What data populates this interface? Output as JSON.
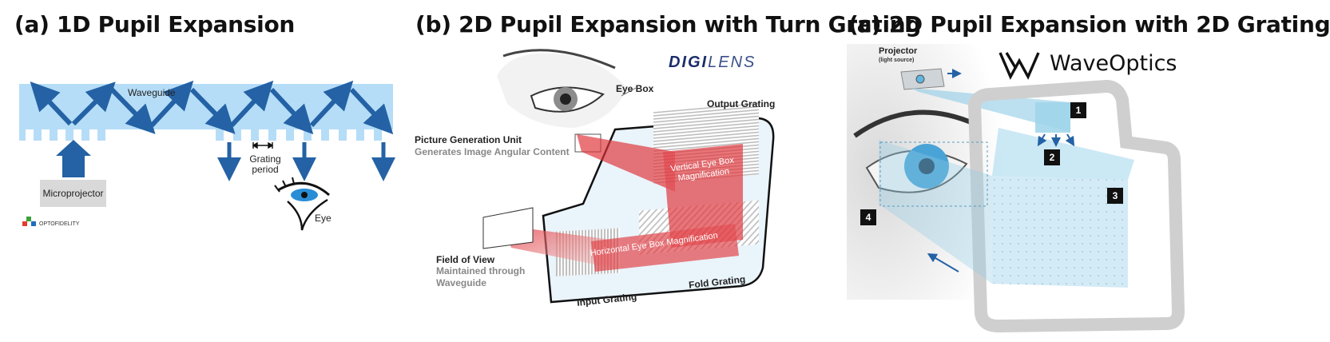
{
  "panel_a": {
    "title": "(a) 1D Pupil Expansion",
    "waveguide_label": "Waveguide",
    "grating_label_line1": "Grating",
    "grating_label_line2": "period",
    "microprojector_label": "Microprojector",
    "eye_label": "Eye",
    "brand": "OPTOFIDELITY",
    "colors": {
      "waveguide": "#b5ddf7",
      "arrow": "#2462a5",
      "box": "#d9d9d9"
    }
  },
  "panel_b": {
    "title": "(b) 2D Pupil Expansion with Turn Grating",
    "brand_bold": "DIGI",
    "brand_light": "LENS",
    "eye_box": "Eye Box",
    "output_grating": "Output Grating",
    "pgu_title": "Picture Generation Unit",
    "pgu_sub": "Generates Image Angular Content",
    "vertical_mag_line1": "Vertical Eye Box",
    "vertical_mag_line2": "Magnification",
    "horizontal_mag": "Horizontal Eye Box Magnification",
    "fov_title": "Field of View",
    "fov_sub_line1": "Maintained through",
    "fov_sub_line2": "Waveguide",
    "input_grating": "Input Grating",
    "fold_grating": "Fold Grating",
    "colors": {
      "beam": "#e0353b",
      "light_beam": "#f3b7b7"
    }
  },
  "panel_c": {
    "title": "(c) 2D Pupil Expansion with 2D Grating",
    "brand": "WaveOptics",
    "projector_label": "Projector",
    "projector_sub": "(light source)",
    "badges": [
      "1",
      "2",
      "3",
      "4"
    ],
    "colors": {
      "beam": "#8fcbe6",
      "frame": "#cfcfcf"
    }
  }
}
